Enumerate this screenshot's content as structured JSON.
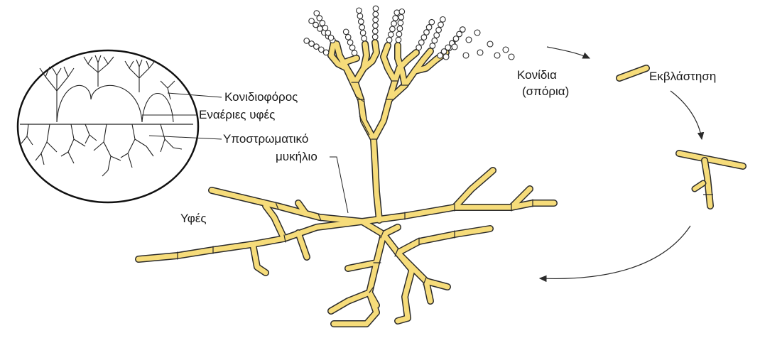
{
  "labels": {
    "conidiophore": "Κονιδιοφόρος",
    "aerial_hyphae": "Εναέριες υφές",
    "substrate_mycelium_1": "Υποστρωματικό",
    "substrate_mycelium_2": "μυκήλιο",
    "hyphae": "Υφές",
    "conidia_1": "Κονίδια",
    "conidia_2": "(σπόρια)",
    "germination": "Εκβλάστηση"
  },
  "colors": {
    "hypha_fill": "#f6dc7a",
    "hypha_edge": "#2b2b2b",
    "spore_fill": "#ffffff",
    "line": "#2b2b2b"
  }
}
